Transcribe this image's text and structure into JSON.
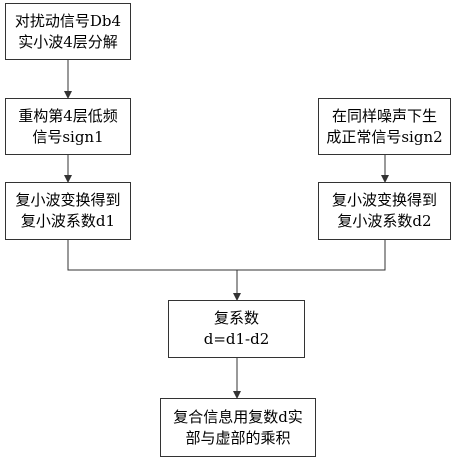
{
  "nodes": [
    {
      "id": "step1",
      "lines": [
        "对扰动信号Db4",
        "实小波4层分解"
      ]
    },
    {
      "id": "step2",
      "lines": [
        "重构第4层低频",
        "信号sign1"
      ]
    },
    {
      "id": "step3",
      "lines": [
        "复小波变换得到",
        "复小波系数d1"
      ]
    },
    {
      "id": "step4",
      "lines": [
        "在同样噪声下生",
        "成正常信号sign2"
      ]
    },
    {
      "id": "step5",
      "lines": [
        "复小波变换得到",
        "复小波系数d2"
      ]
    },
    {
      "id": "step6",
      "lines": [
        "复系数",
        "d=d1-d2"
      ]
    },
    {
      "id": "step7",
      "lines": [
        "复合信息用复数d实",
        "部与虚部的乘积"
      ]
    }
  ],
  "edges": [
    {
      "from": "step1",
      "to": "step2"
    },
    {
      "from": "step2",
      "to": "step3"
    },
    {
      "from": "step4",
      "to": "step5"
    },
    {
      "from": "step3",
      "to": "step6"
    },
    {
      "from": "step5",
      "to": "step6"
    },
    {
      "from": "step6",
      "to": "step7"
    }
  ],
  "colors": {
    "line": "#333333",
    "text": "#000000",
    "background": "#ffffff"
  }
}
